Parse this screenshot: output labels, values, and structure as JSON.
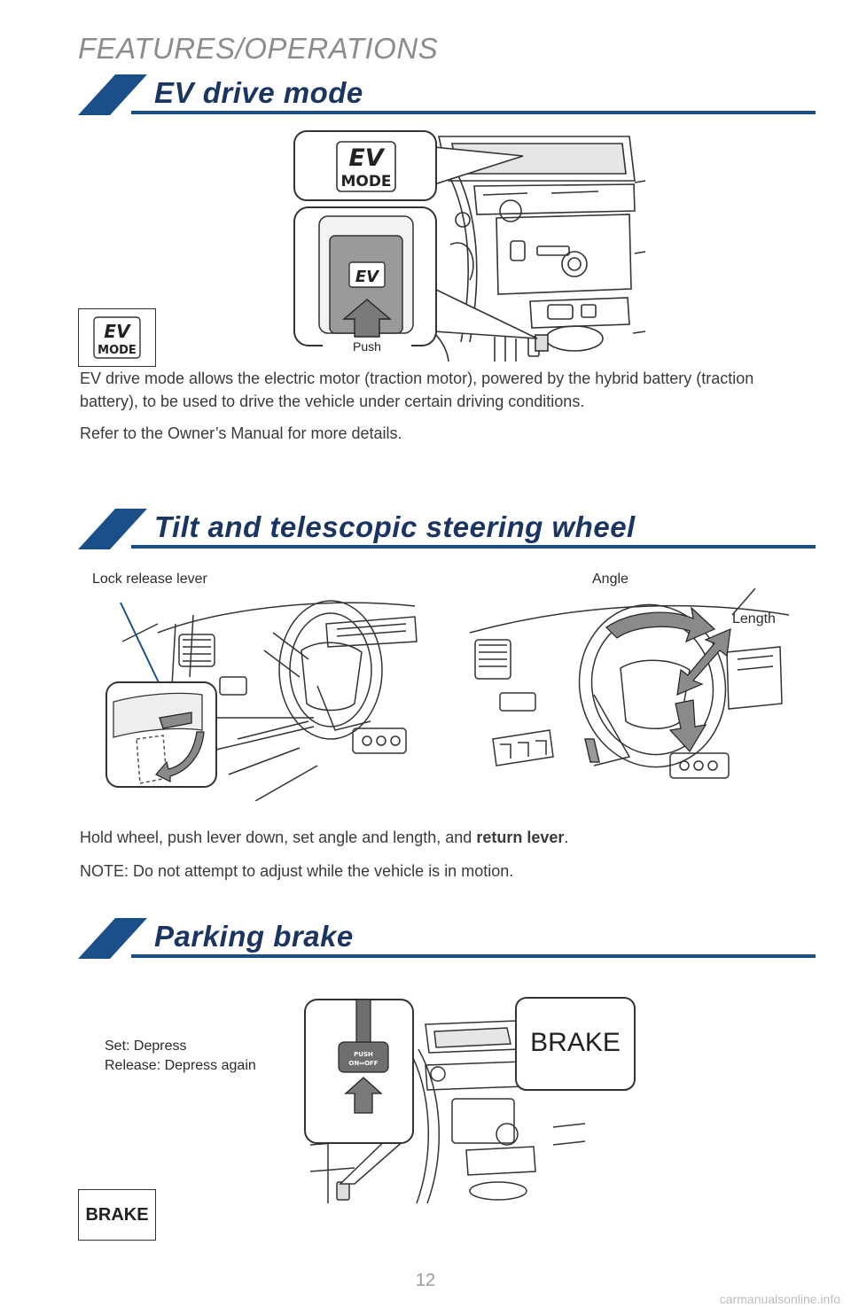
{
  "page": {
    "heading": "FEATURES/OPERATIONS",
    "number": "12",
    "watermark": "carmanualsonline.info"
  },
  "colors": {
    "brand_blue": "#1b4f8a",
    "title_navy": "#1b3563",
    "line_art": "#333333"
  },
  "ev_section": {
    "title": "EV drive mode",
    "figure": {
      "button_top": "EV",
      "button_bottom": "MODE",
      "pad_label": "EV",
      "push_label": "Push"
    },
    "side_icon": {
      "top": "EV",
      "bottom": "MODE"
    },
    "paragraph1": "EV drive mode allows the electric motor (traction motor), powered by the hybrid battery (traction battery), to be used to drive the vehicle under certain driving conditions.",
    "paragraph2": "Refer to the Owner’s Manual for more details."
  },
  "tilt_section": {
    "title": "Tilt and telescopic steering wheel",
    "labels": {
      "lock_release": "Lock release lever",
      "angle": "Angle",
      "length": "Length"
    },
    "instruction_prefix": "Hold wheel, push lever down, set angle and length, and ",
    "instruction_bold": "return lever",
    "instruction_suffix": ".",
    "note": "NOTE: Do not attempt to adjust while the vehicle is in motion."
  },
  "parking_section": {
    "title": "Parking brake",
    "set_text": "Set: Depress",
    "release_text": "Release: Depress again",
    "pedal_line1": "PUSH",
    "pedal_line2": "ON⇔OFF",
    "callout": "BRAKE",
    "side_icon": "BRAKE"
  }
}
